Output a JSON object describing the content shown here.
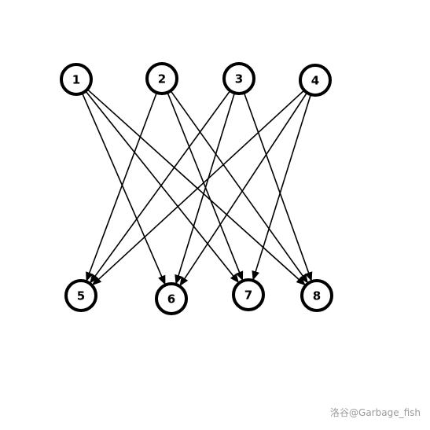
{
  "diagram": {
    "nodes": [
      {
        "id": "1",
        "label": "1"
      },
      {
        "id": "2",
        "label": "2"
      },
      {
        "id": "3",
        "label": "3"
      },
      {
        "id": "4",
        "label": "4"
      },
      {
        "id": "5",
        "label": "5"
      },
      {
        "id": "6",
        "label": "6"
      },
      {
        "id": "7",
        "label": "7"
      },
      {
        "id": "8",
        "label": "8"
      }
    ],
    "edges": [
      [
        "1",
        "6"
      ],
      [
        "1",
        "7"
      ],
      [
        "1",
        "8"
      ],
      [
        "2",
        "5"
      ],
      [
        "2",
        "7"
      ],
      [
        "2",
        "8"
      ],
      [
        "3",
        "5"
      ],
      [
        "3",
        "6"
      ],
      [
        "3",
        "8"
      ],
      [
        "4",
        "5"
      ],
      [
        "4",
        "6"
      ],
      [
        "4",
        "7"
      ]
    ]
  },
  "watermark": "洛谷@Garbage_fish"
}
